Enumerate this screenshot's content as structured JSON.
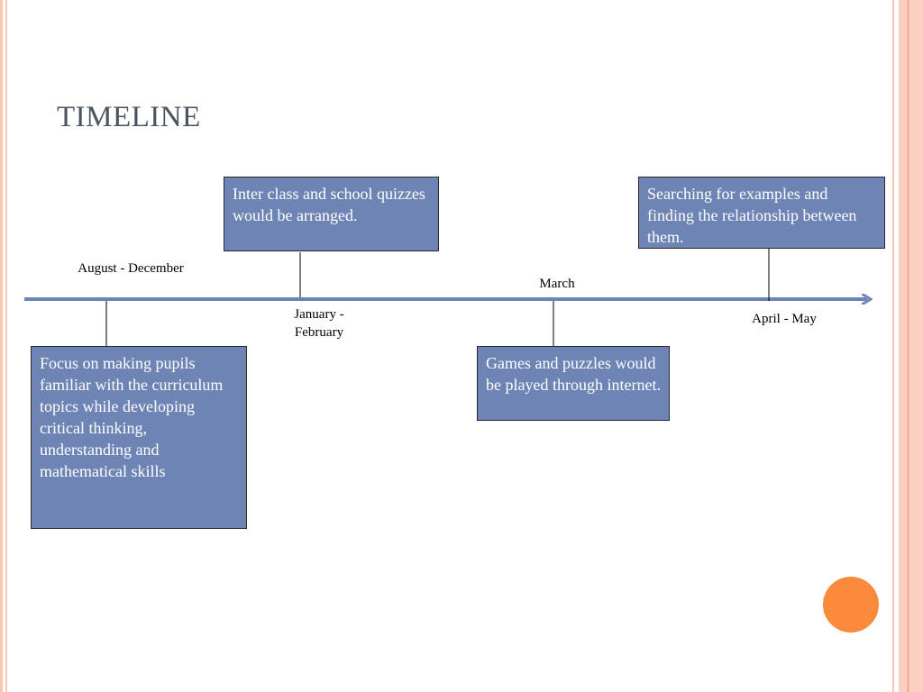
{
  "slide": {
    "title": "TIMELINE"
  },
  "timeline": {
    "line_color": "#6d84b5",
    "events": [
      {
        "period": "August - December",
        "description": "Focus on making pupils familiar with the curriculum topics while developing critical thinking, understanding and mathematical skills"
      },
      {
        "period": "January - February",
        "description": "Inter class and school quizzes would be arranged."
      },
      {
        "period": "March",
        "description": "Games and puzzles would be played through internet."
      },
      {
        "period": "April - May",
        "description": "Searching for examples and finding the relationship between them."
      }
    ]
  },
  "colors": {
    "box_fill": "#6d84b5",
    "accent_circle": "#fb8a3c",
    "border_stripes": "#f9c6b2"
  }
}
